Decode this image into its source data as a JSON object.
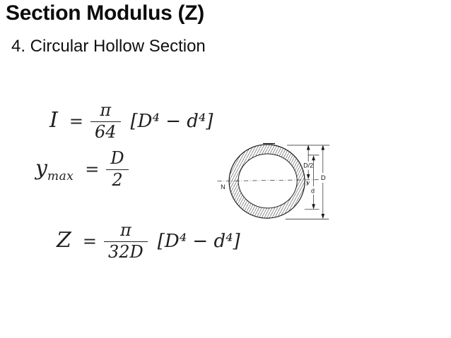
{
  "slide": {
    "title": "Section Modulus (Z)",
    "subtitle": "4. Circular Hollow Section"
  },
  "formulas": [
    {
      "lhs": "I",
      "sub": "",
      "eq": "=",
      "num": "π",
      "den": "64",
      "rhs": "[D⁴ − d⁴]"
    },
    {
      "lhs": "y",
      "sub": "max",
      "eq": "=",
      "num": "D",
      "den": "2",
      "rhs": ""
    },
    {
      "lhs": "Z",
      "sub": "",
      "eq": "=",
      "num": "π",
      "den": "32D",
      "rhs": "[D⁴ − d⁴]"
    }
  ],
  "diagram": {
    "labels": {
      "neutral_axis": "N",
      "half_outer_diameter": "D/2",
      "outer_diameter": "D",
      "inner_diameter": "d",
      "fibre_distance": "y"
    }
  },
  "colors": {
    "background": "#ffffff",
    "ink": "#1a1a1a"
  }
}
